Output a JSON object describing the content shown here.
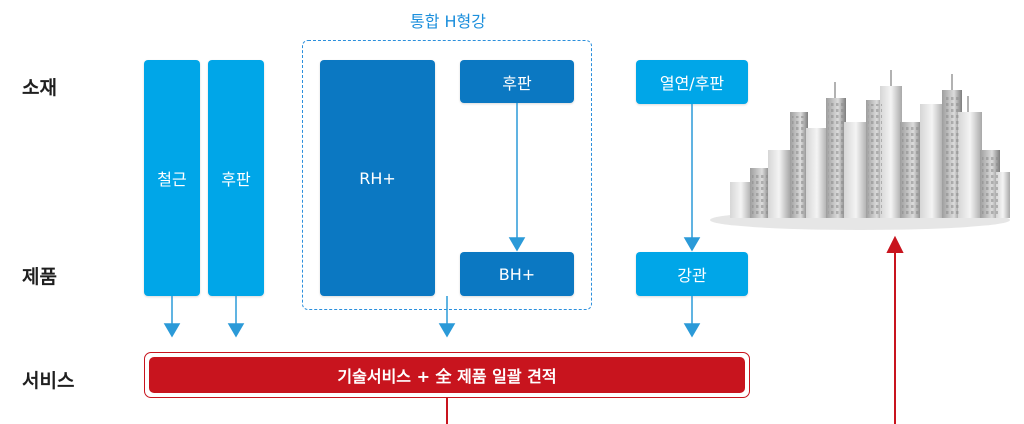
{
  "group_title": "통합 H형강",
  "rows": {
    "material": "소재",
    "product": "제품",
    "service": "서비스"
  },
  "boxes": {
    "rebar": "철근",
    "plate_left": "후판",
    "rh": "RH+",
    "plate_top": "후판",
    "bh": "BH+",
    "hot_coil": "열연/후판",
    "pipe": "강관"
  },
  "service_bar": "기술서비스 + 全 제품 일괄 견적",
  "colors": {
    "light_blue": "#00a6e8",
    "dark_blue": "#0b78c2",
    "arrow_blue": "#2b9ad8",
    "red": "#c8141e"
  },
  "icons": [
    "city-skyline-illustration"
  ]
}
